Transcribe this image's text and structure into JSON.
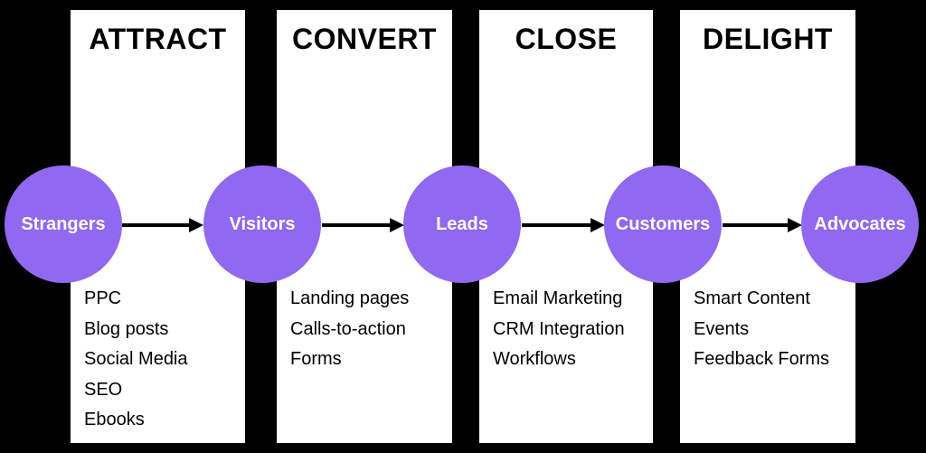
{
  "colors": {
    "background": "#000000",
    "card": "#ffffff",
    "circle": "#9168f0",
    "arrow": "#000000",
    "text": "#000000",
    "circle_label": "#ffffff"
  },
  "stages": [
    {
      "title": "ATTRACT",
      "items": [
        "PPC",
        "Blog posts",
        "Social Media",
        "SEO",
        "Ebooks"
      ]
    },
    {
      "title": "CONVERT",
      "items": [
        "Landing pages",
        "Calls-to-action",
        "Forms"
      ]
    },
    {
      "title": "CLOSE",
      "items": [
        "Email Marketing",
        "CRM Integration",
        "Workflows"
      ]
    },
    {
      "title": "DELIGHT",
      "items": [
        "Smart Content",
        "Events",
        "Feedback Forms"
      ]
    }
  ],
  "audience": [
    {
      "label": "Strangers"
    },
    {
      "label": "Visitors"
    },
    {
      "label": "Leads"
    },
    {
      "label": "Customers"
    },
    {
      "label": "Advocates"
    }
  ]
}
